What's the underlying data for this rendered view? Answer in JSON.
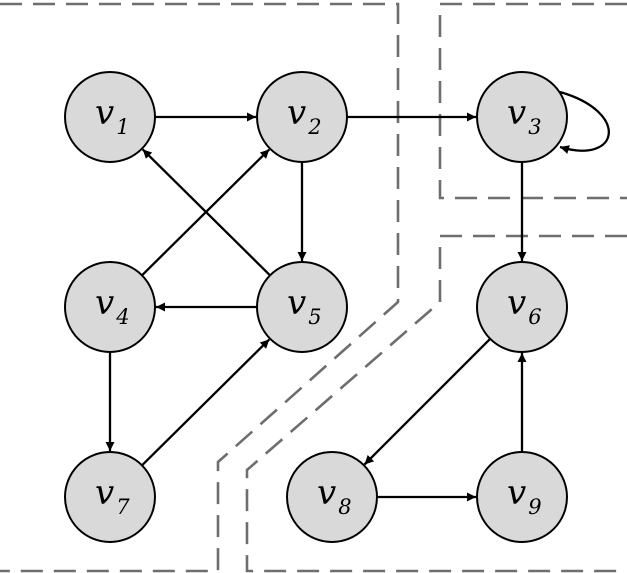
{
  "diagram": {
    "title": "",
    "nodes": [
      {
        "id": "v1",
        "name": "v",
        "sub": "1"
      },
      {
        "id": "v2",
        "name": "v",
        "sub": "2"
      },
      {
        "id": "v3",
        "name": "v",
        "sub": "3"
      },
      {
        "id": "v4",
        "name": "v",
        "sub": "4"
      },
      {
        "id": "v5",
        "name": "v",
        "sub": "5"
      },
      {
        "id": "v6",
        "name": "v",
        "sub": "6"
      },
      {
        "id": "v7",
        "name": "v",
        "sub": "7"
      },
      {
        "id": "v8",
        "name": "v",
        "sub": "8"
      },
      {
        "id": "v9",
        "name": "v",
        "sub": "9"
      }
    ],
    "edges": [
      {
        "from": "v1",
        "to": "v2"
      },
      {
        "from": "v2",
        "to": "v3"
      },
      {
        "from": "v3",
        "to": "v3"
      },
      {
        "from": "v2",
        "to": "v5"
      },
      {
        "from": "v4",
        "to": "v2"
      },
      {
        "from": "v5",
        "to": "v1"
      },
      {
        "from": "v5",
        "to": "v4"
      },
      {
        "from": "v4",
        "to": "v7"
      },
      {
        "from": "v7",
        "to": "v5"
      },
      {
        "from": "v3",
        "to": "v6"
      },
      {
        "from": "v6",
        "to": "v8"
      },
      {
        "from": "v8",
        "to": "v9"
      },
      {
        "from": "v9",
        "to": "v6"
      }
    ],
    "regions": [
      {
        "id": "region-left",
        "members": [
          "v1",
          "v2",
          "v4",
          "v5",
          "v7"
        ]
      },
      {
        "id": "region-top-right",
        "members": [
          "v3"
        ]
      },
      {
        "id": "region-bottom-right",
        "members": [
          "v6",
          "v8",
          "v9"
        ]
      }
    ],
    "colors": {
      "node_fill": "#d9d9d9",
      "node_stroke": "#000000",
      "edge": "#000000",
      "region_border": "#6e6e6e",
      "background": "#ffffff"
    }
  }
}
